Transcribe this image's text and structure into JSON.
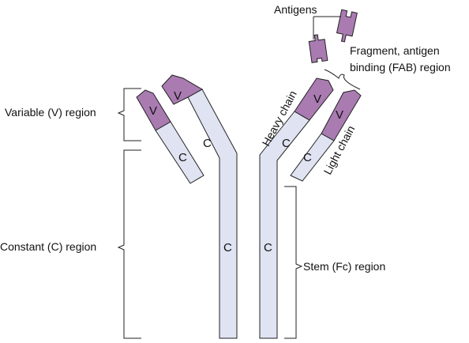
{
  "labels": {
    "antigens": "Antigens",
    "fab_line1": "Fragment, antigen",
    "fab_line2": "binding (FAB) region",
    "variable_region": "Variable (V) region",
    "constant_region": "Constant (C) region",
    "stem_region": "Stem (Fc) region",
    "heavy_chain": "Heavy chain",
    "light_chain": "Light chain"
  },
  "segments": {
    "variable": "V",
    "constant": "C"
  },
  "colors": {
    "variable_fill": "#a97bb1",
    "constant_fill": "#dfe3f2",
    "antigen_fill": "#a97bb1",
    "outline": "#222222"
  }
}
